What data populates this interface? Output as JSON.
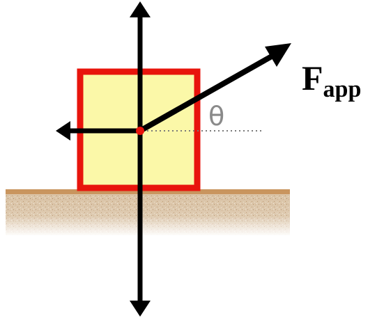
{
  "labels": {
    "force_symbol": "F",
    "force_subscript": "app",
    "angle_symbol": "θ"
  },
  "colors": {
    "block_fill": "#fbf8a8",
    "block_border": "#e8140c",
    "ground_top": "#c9955e",
    "ground_body": "#d7bf9f",
    "arrow": "#000000",
    "pivot_dot": "#e8140c",
    "reference_line": "#7a7a7a",
    "angle_label": "#8a8a8a"
  },
  "icons": {
    "force_arrows": "arrow-head",
    "pivot": "filled-circle"
  }
}
